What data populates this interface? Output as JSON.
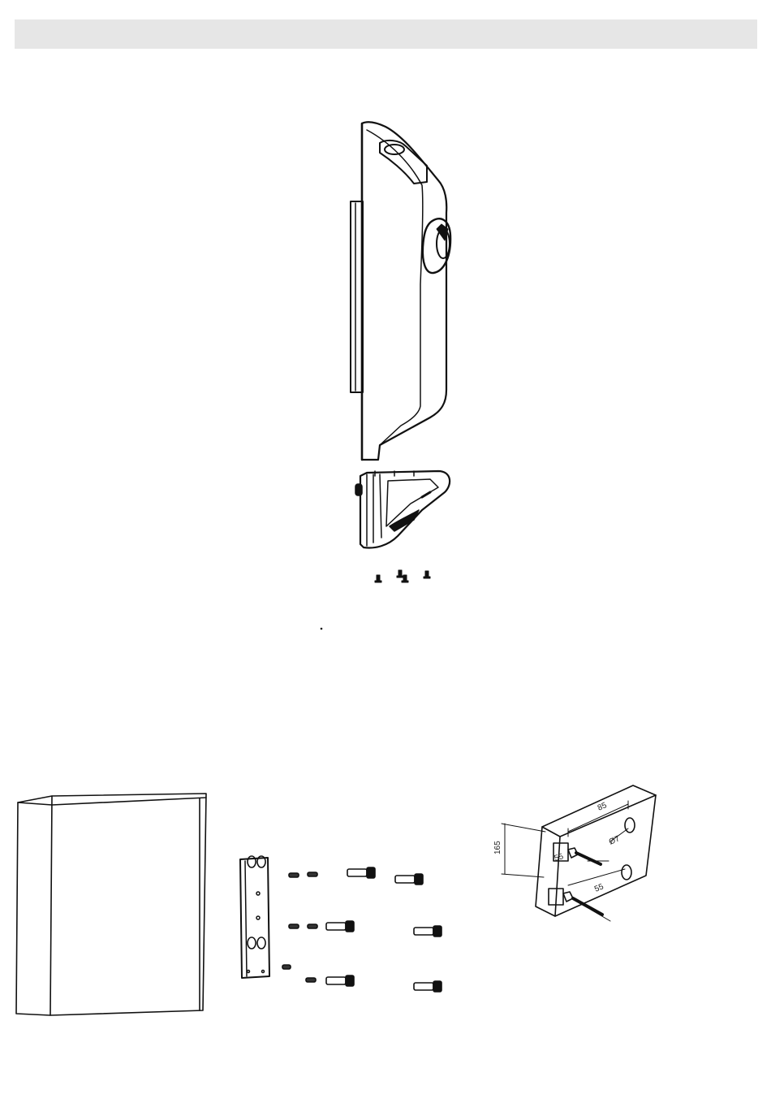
{
  "header": {
    "title": ""
  },
  "colors": {
    "header_bar": "#e6e6e6",
    "line": "#111111"
  },
  "wall_template": {
    "dimensions": {
      "width": "85",
      "height": "165",
      "hole_diameter": "Ø7",
      "slot_top": "55",
      "slot_bottom": "55"
    }
  },
  "illustrations": [
    "charger-unit-exploded",
    "mounting-base",
    "cover-screws",
    "wall-box",
    "mounting-plate",
    "bolts-and-anchors",
    "drilling-template"
  ]
}
